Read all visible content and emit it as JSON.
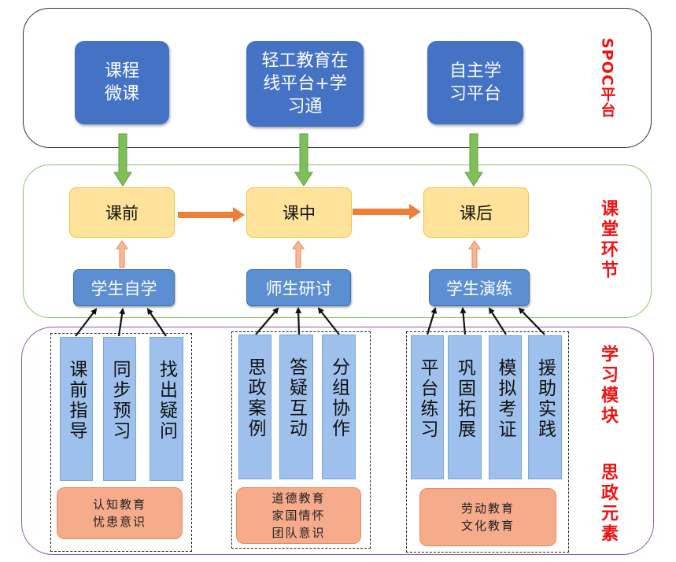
{
  "sections": {
    "spoc": {
      "label": "SPOC平台"
    },
    "classroom": {
      "label": "课堂环节"
    },
    "modules": {
      "label": "学习模块"
    },
    "ideology": {
      "label": "思政元素"
    }
  },
  "platforms": [
    {
      "label": "课程\n微课"
    },
    {
      "label": "轻工教育在\n线平台+学\n习通"
    },
    {
      "label": "自主学\n习平台"
    }
  ],
  "stages": [
    {
      "label": "课前"
    },
    {
      "label": "课中"
    },
    {
      "label": "课后"
    }
  ],
  "activities": [
    {
      "label": "学生自学"
    },
    {
      "label": "师生研讨"
    },
    {
      "label": "学生演练"
    }
  ],
  "groups": [
    {
      "modules": [
        {
          "label": "课前指导"
        },
        {
          "label": "同步预习"
        },
        {
          "label": "找出疑问"
        }
      ],
      "elements": [
        "认知教育",
        "忧患意识"
      ]
    },
    {
      "modules": [
        {
          "label": "思政案例"
        },
        {
          "label": "答疑互动"
        },
        {
          "label": "分组协作"
        }
      ],
      "elements": [
        "道德教育",
        "家国情怀",
        "团队意识"
      ]
    },
    {
      "modules": [
        {
          "label": "平台练习"
        },
        {
          "label": "巩固拓展"
        },
        {
          "label": "模拟考证"
        },
        {
          "label": "援助实践"
        }
      ],
      "elements": [
        "劳动教育",
        "文化教育"
      ]
    }
  ],
  "colors": {
    "platform": "#4472c4",
    "stage": "#ffe39a",
    "activity": "#5b8fd1",
    "module": "#9ec0ec",
    "element": "#f6ab8b",
    "side_label": "#ee1111",
    "down_arrow": "#7fbf5a",
    "flow_arrow": "#ef7f36"
  }
}
